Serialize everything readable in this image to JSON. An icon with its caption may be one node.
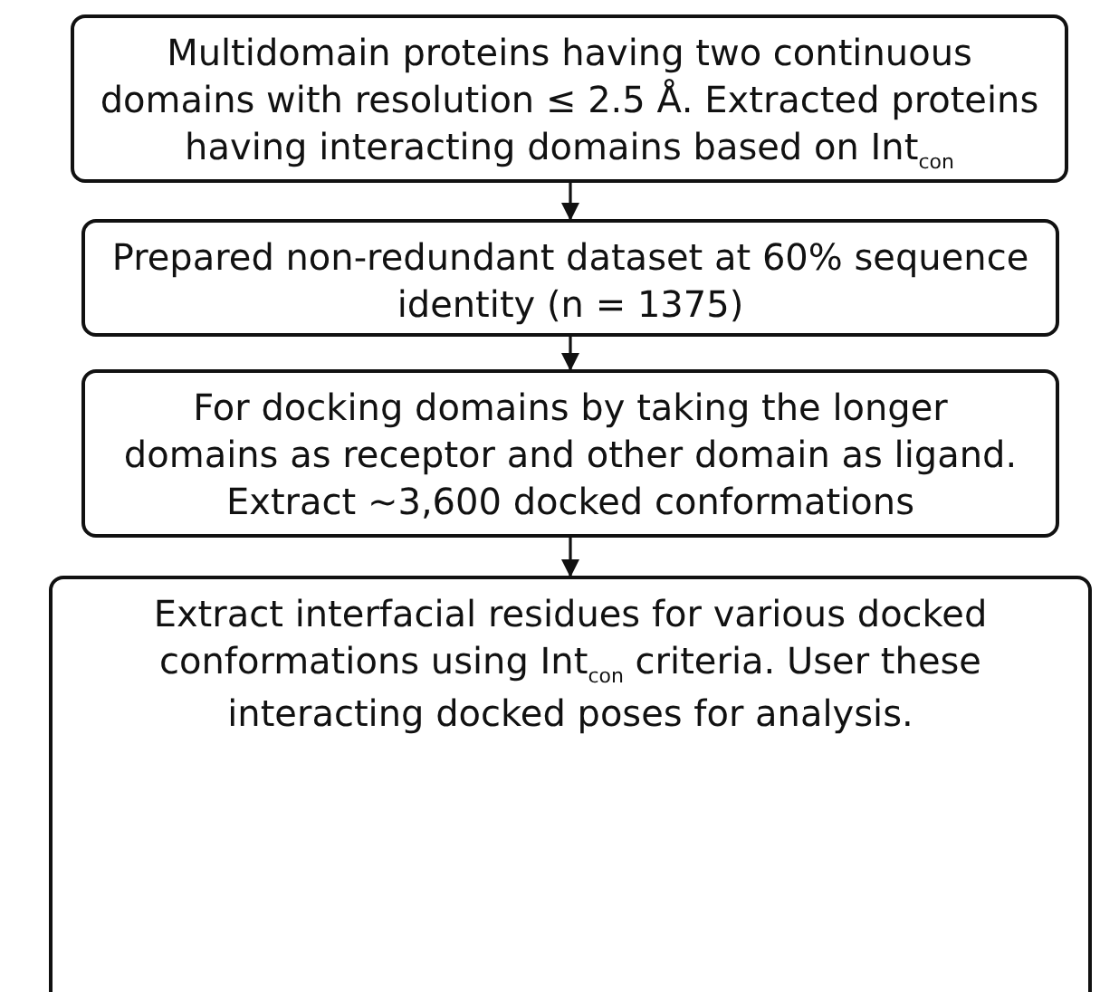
{
  "diagram": {
    "nodes": [
      {
        "text": [
          "Multidomain proteins having two continuous domains with resolution ≤ 2.5 Å. Extracted proteins having interacting domains based on Int$_{con}$"
        ]
      },
      {
        "text": [
          "Prepared non-redundant dataset at 60% sequence identity (n = 1375)"
        ]
      },
      {
        "text": [
          "For docking domains by taking the longer domains as receptor and other domain as ligand. Extract ~3,600 docked conformations"
        ]
      },
      {
        "text": [
          "Extract interfacial residues for various docked conformations using Int$_{con}$ criteria. User these interacting docked poses for analysis."
        ]
      }
    ],
    "edges": [
      {
        "from": 0,
        "to": 1,
        "arrow": "to"
      },
      {
        "from": 1,
        "to": 2,
        "arrow": "to"
      },
      {
        "from": 2,
        "to": 3,
        "arrow": "to"
      }
    ]
  }
}
